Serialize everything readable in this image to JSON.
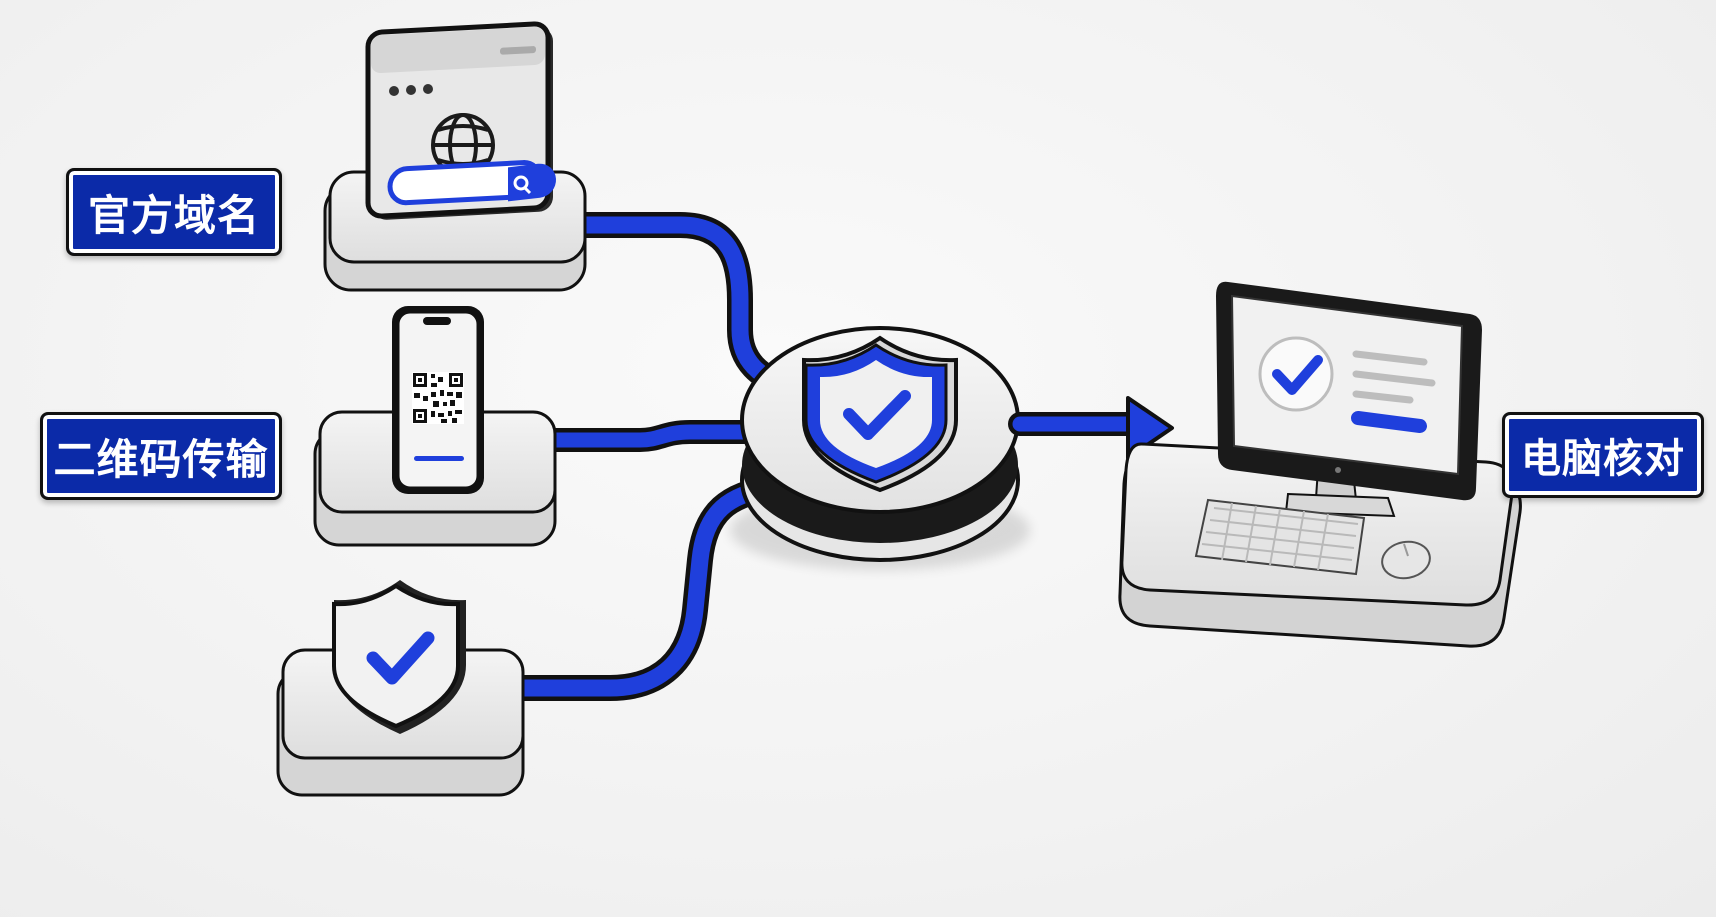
{
  "labels": {
    "domain": "官方域名",
    "qr_transfer": "二维码传输",
    "computer_check": "电脑核对"
  },
  "icons": {
    "browser": "browser-window-globe-search-icon",
    "phone": "phone-qr-code-icon",
    "shield_small": "shield-check-icon",
    "hub": "shield-check-hub-icon",
    "computer": "desktop-computer-check-icon",
    "arrow": "arrow-right-icon"
  },
  "colors": {
    "accent": "#1f3fdc",
    "label_bg": "#0b2aa8",
    "outline": "#111111"
  }
}
